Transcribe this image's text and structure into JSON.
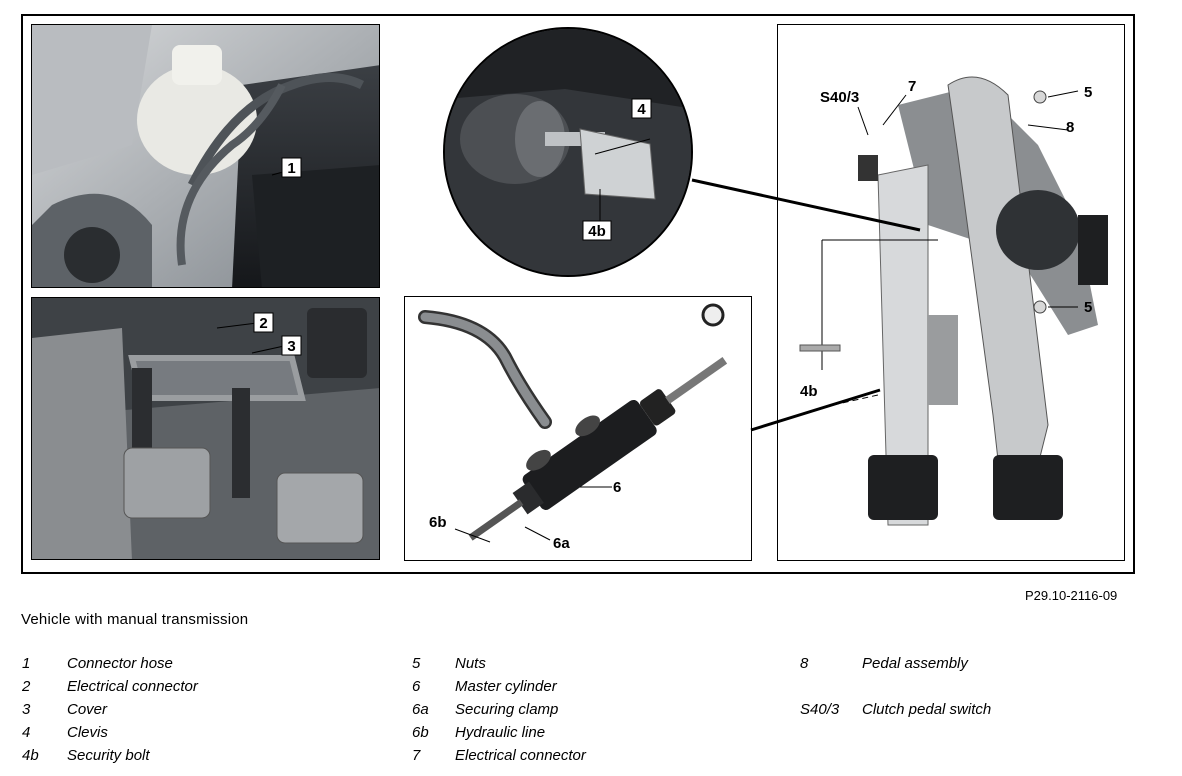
{
  "figure_code": "P29.10-2116-09",
  "caption": "Vehicle with manual transmission",
  "callouts": {
    "c1": "1",
    "c2": "2",
    "c3": "3",
    "c4": "4",
    "c4b_top": "4b",
    "c5a": "5",
    "c5b": "5",
    "c6": "6",
    "c6a": "6a",
    "c6b": "6b",
    "c7": "7",
    "c8": "8",
    "cS403": "S40/3",
    "c4b_right": "4b"
  },
  "legend": {
    "col1": [
      {
        "key": "1",
        "label": "Connector hose"
      },
      {
        "key": "2",
        "label": "Electrical connector"
      },
      {
        "key": "3",
        "label": "Cover"
      },
      {
        "key": "4",
        "label": "Clevis"
      },
      {
        "key": "4b",
        "label": "Security bolt"
      }
    ],
    "col2": [
      {
        "key": "5",
        "label": "Nuts"
      },
      {
        "key": "6",
        "label": "Master cylinder"
      },
      {
        "key": "6a",
        "label": "Securing clamp"
      },
      {
        "key": "6b",
        "label": "Hydraulic line"
      },
      {
        "key": "7",
        "label": "Electrical connector"
      }
    ],
    "col3": [
      {
        "key": "8",
        "label": "Pedal assembly"
      },
      {
        "key": "S40/3",
        "label": "Clutch pedal switch"
      }
    ]
  }
}
